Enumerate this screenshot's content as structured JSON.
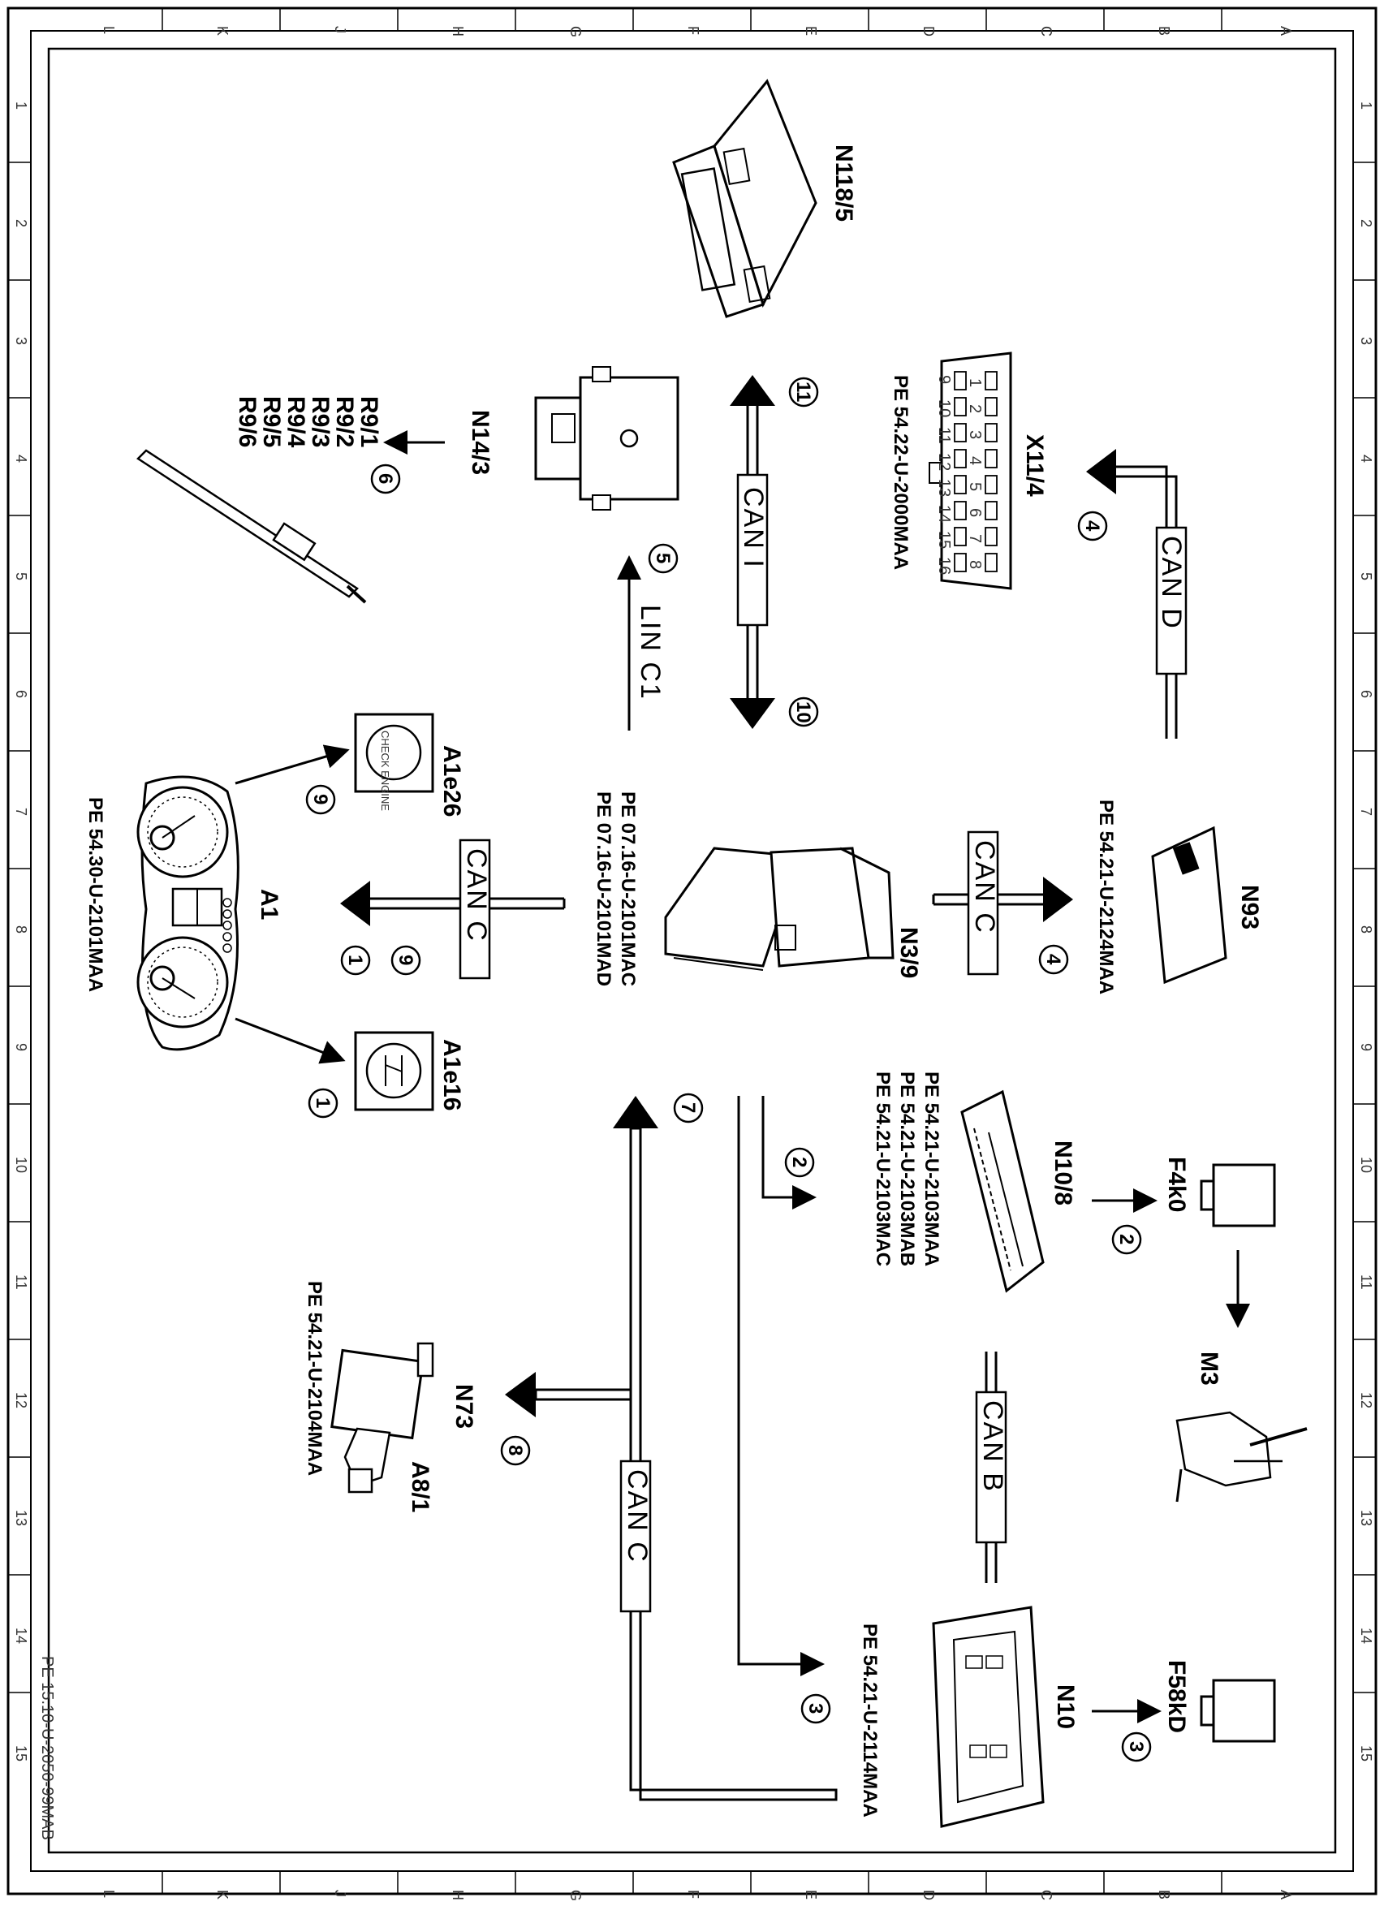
{
  "drawing": {
    "document_ref": "PE 15.10-U-2050-99MAB",
    "grid_letters": [
      "L",
      "K",
      "J",
      "H",
      "G",
      "F",
      "E",
      "D",
      "C",
      "B",
      "A"
    ],
    "grid_numbers": [
      "1",
      "2",
      "3",
      "4",
      "5",
      "6",
      "7",
      "8",
      "9",
      "10",
      "11",
      "12",
      "13",
      "14",
      "15"
    ]
  },
  "components": {
    "n118_5": "N118/5",
    "x11_4": "X11/4",
    "n14_3": "N14/3",
    "r9_1": "R9/1",
    "r9_2": "R9/2",
    "r9_3": "R9/3",
    "r9_4": "R9/4",
    "r9_5": "R9/5",
    "r9_6": "R9/6",
    "n93": "N93",
    "n3_9": "N3/9",
    "a1e26": "A1e26",
    "a1": "A1",
    "a1e16": "A1e16",
    "n10_8": "N10/8",
    "f4k0": "F4k0",
    "m3": "M3",
    "n73": "N73",
    "a8_1": "A8/1",
    "n10": "N10",
    "f58kd": "F58kD",
    "check_engine": "CHECK ENGINE"
  },
  "buses": {
    "can_d": "CAN D",
    "can_i": "CAN I",
    "lin_c1": "LIN C1",
    "can_c_top": "CAN C",
    "can_c_left": "CAN C",
    "can_b": "CAN B",
    "can_c_bottom": "CAN C"
  },
  "references": {
    "x11_4": "PE 54.22-U-2000MAA",
    "n93": "PE 54.21-U-2124MAA",
    "n3_9_a": "PE 07.16-U-2101MAC",
    "n3_9_b": "PE 07.16-U-2101MAD",
    "a1": "PE 54.30-U-2101MAA",
    "n10_8_a": "PE 54.21-U-2103MAA",
    "n10_8_b": "PE 54.21-U-2103MAB",
    "n10_8_c": "PE 54.21-U-2103MAC",
    "n73": "PE 54.21-U-2104MAA",
    "n10": "PE 54.21-U-2114MAA"
  },
  "callouts": {
    "c4_x11": "4",
    "c11": "11",
    "c10": "10",
    "c5": "5",
    "c6": "6",
    "c9_a1e26": "9",
    "c9_can": "9",
    "c1_can": "1",
    "c1_a1e16": "1",
    "c4_n93": "4",
    "c2_f4k0": "2",
    "c2_n10_8": "2",
    "c7": "7",
    "c8": "8",
    "c3_n10": "3",
    "c3_f58kd": "3"
  },
  "connector_pins": {
    "top_row": [
      "1",
      "2",
      "3",
      "4",
      "5",
      "6",
      "7",
      "8"
    ],
    "bottom_row": [
      "9",
      "10",
      "11",
      "12",
      "13",
      "14",
      "15",
      "16"
    ]
  }
}
